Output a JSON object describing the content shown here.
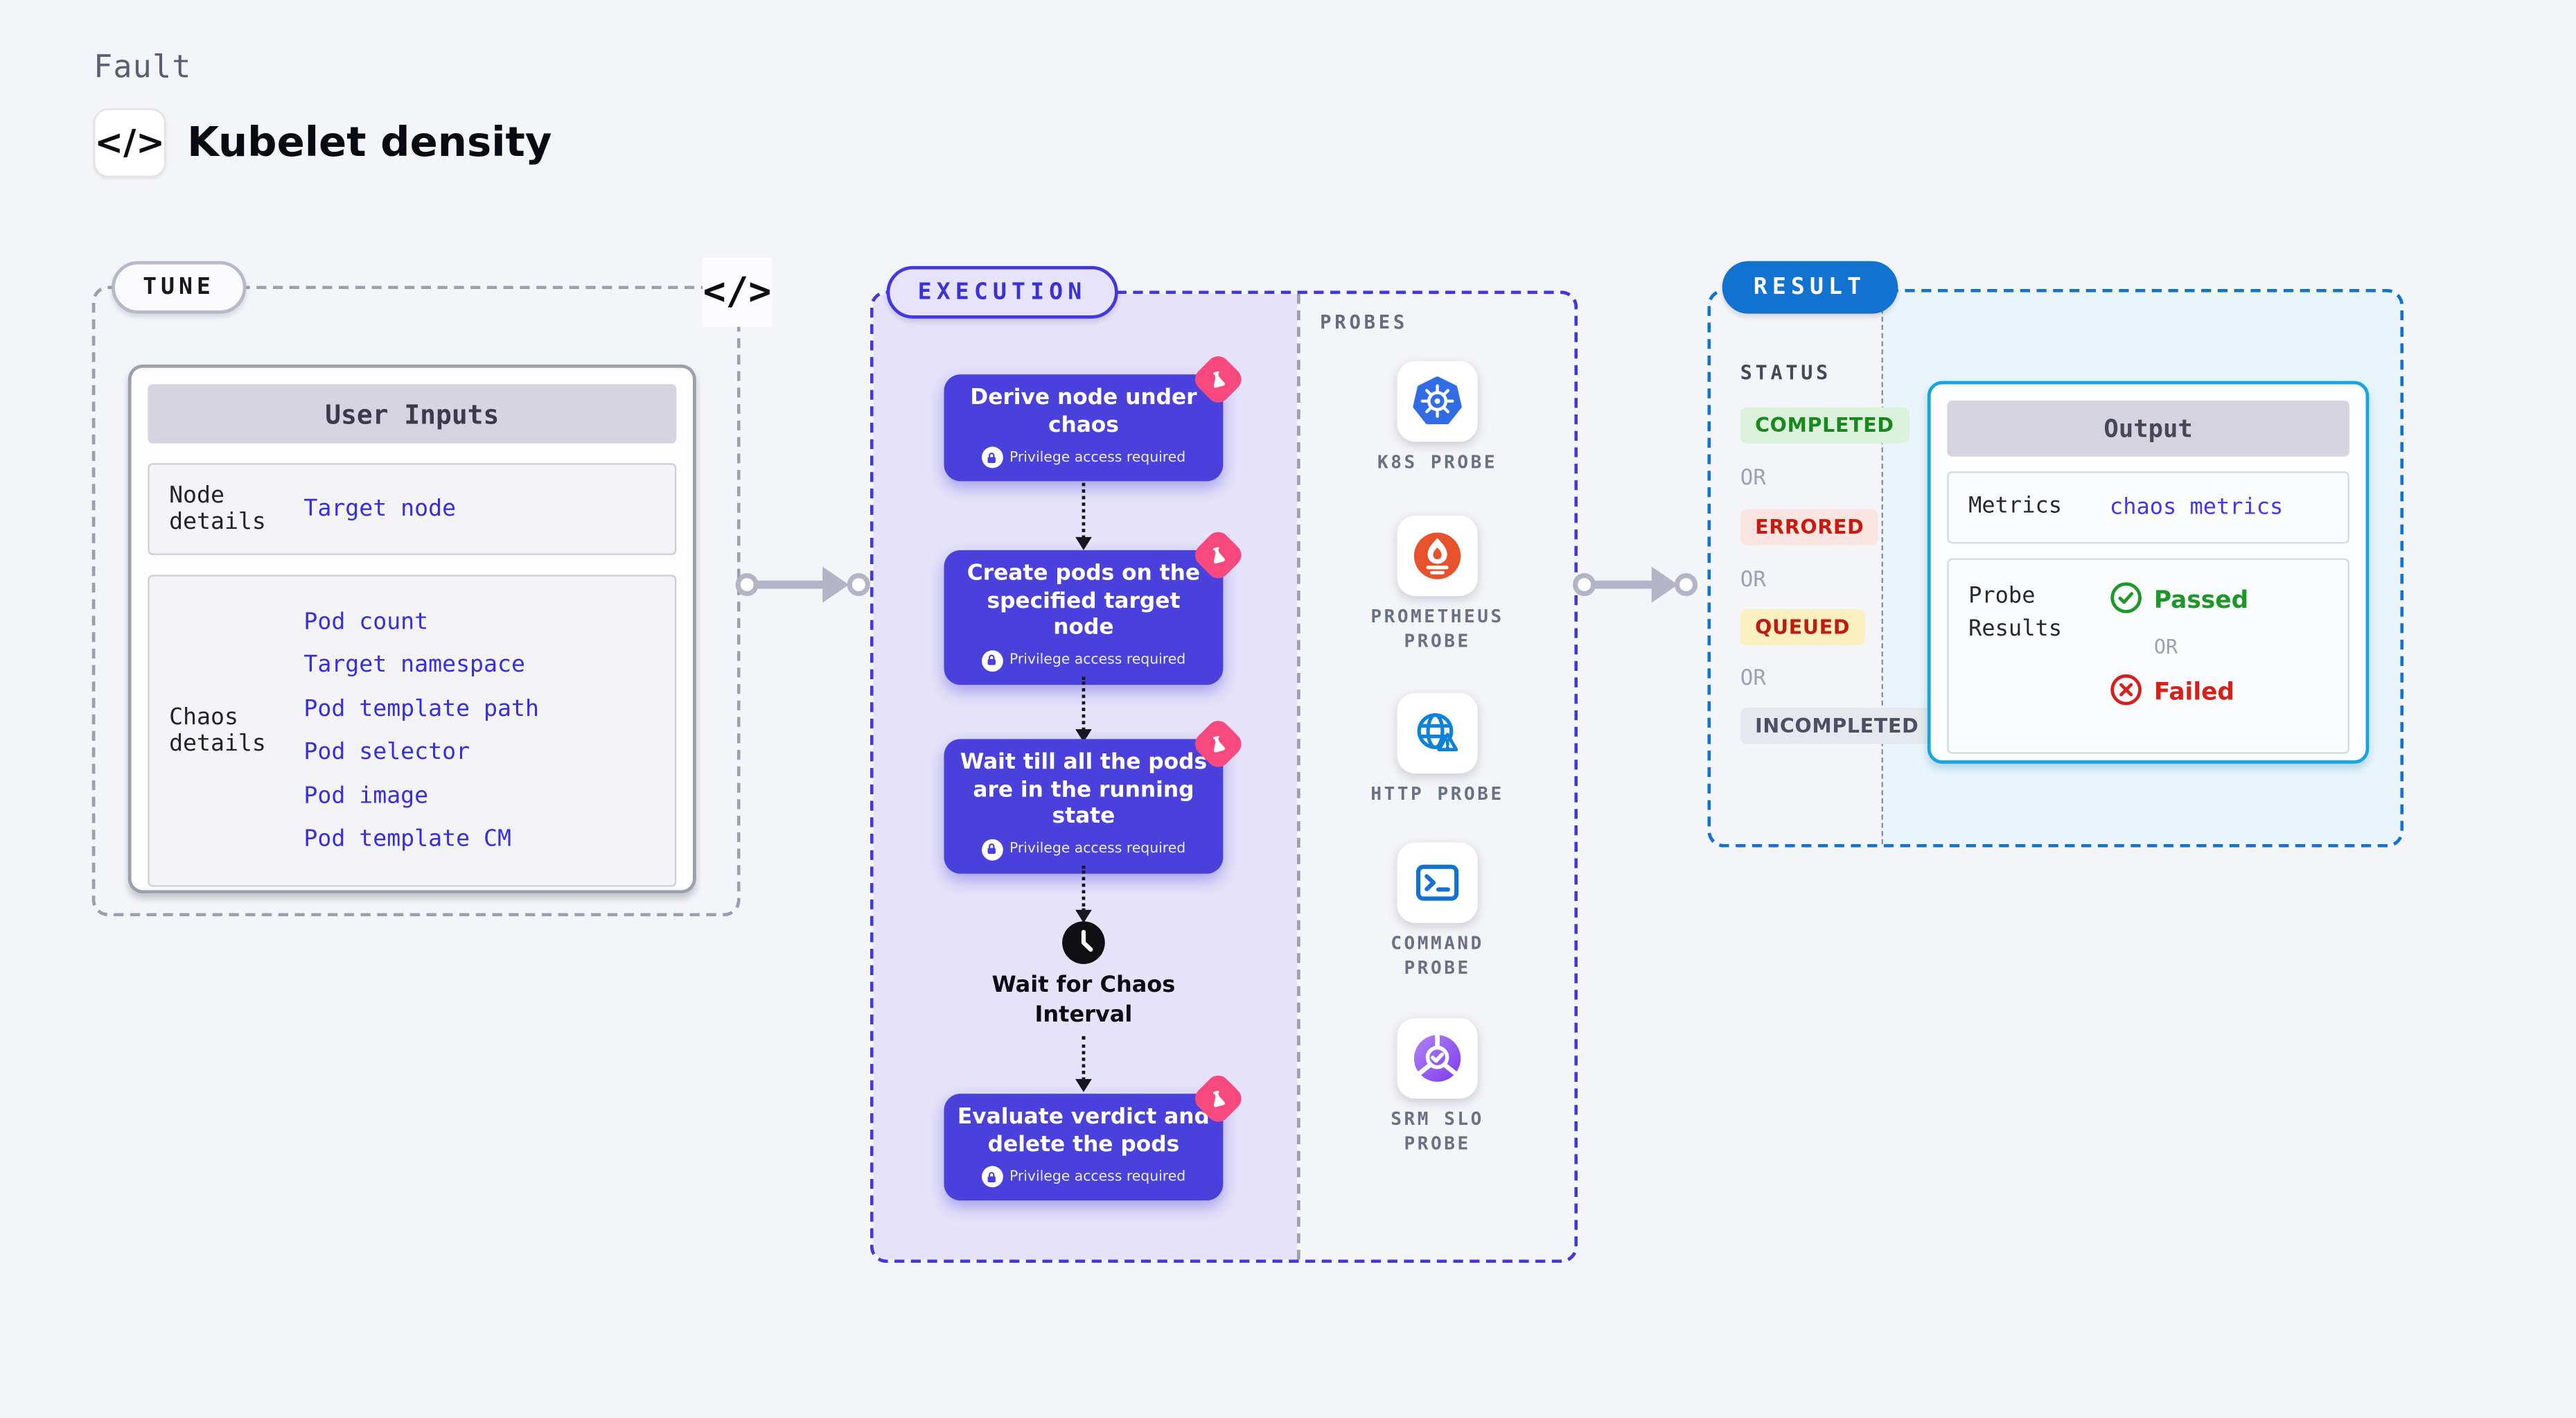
{
  "page": {
    "kicker": "Fault",
    "title": "Kubelet density",
    "code_glyph": "</>"
  },
  "tune": {
    "pill": "TUNE",
    "table": {
      "header": "User Inputs",
      "rows": [
        {
          "label": "Node details",
          "links": [
            "Target node"
          ]
        },
        {
          "label": "Chaos details",
          "links": [
            "Pod count",
            "Target namespace",
            "Pod template path",
            "Pod selector",
            "Pod image",
            "Pod template CM"
          ]
        }
      ]
    }
  },
  "execution": {
    "pill": "EXECUTION",
    "steps": [
      {
        "title": "Derive node under chaos",
        "badge": "Privilege access required"
      },
      {
        "title": "Create pods on the specified target node",
        "badge": "Privilege access required"
      },
      {
        "title": "Wait till all the pods are in the running state",
        "badge": "Privilege access required"
      },
      {
        "title": "Evaluate verdict and delete the pods",
        "badge": "Privilege access required"
      }
    ],
    "wait_label": "Wait for Chaos Interval",
    "probes": {
      "heading": "PROBES",
      "items": [
        {
          "label": "K8S PROBE",
          "icon": "kubernetes-icon"
        },
        {
          "label": "PROMETHEUS PROBE",
          "icon": "prometheus-icon"
        },
        {
          "label": "HTTP PROBE",
          "icon": "globe-alert-icon"
        },
        {
          "label": "COMMAND PROBE",
          "icon": "terminal-icon"
        },
        {
          "label": "SRM SLO PROBE",
          "icon": "slo-gauge-icon"
        }
      ]
    }
  },
  "result": {
    "pill": "RESULT",
    "status": {
      "heading": "STATUS",
      "separator": "OR",
      "badges": [
        {
          "label": "COMPLETED",
          "bg": "#ddf2dc",
          "fg": "#17891d"
        },
        {
          "label": "ERRORED",
          "bg": "#fbe5e3",
          "fg": "#cb190e"
        },
        {
          "label": "QUEUED",
          "bg": "#fcefc0",
          "fg": "#bf1b0f"
        },
        {
          "label": "INCOMPLETED",
          "bg": "#e7e7ee",
          "fg": "#4e4e64"
        }
      ]
    },
    "output": {
      "header": "Output",
      "metrics_label": "Metrics",
      "metrics_value": "chaos metrics",
      "probe_results_label": "Probe Results",
      "passed": "Passed",
      "or": "OR",
      "failed": "Failed"
    }
  },
  "colors": {
    "page_bg": "#f4f5f8",
    "accent_indigo": "#4a41dc",
    "execution_border": "#4038d8",
    "execution_fill": "#e5e2f9",
    "result_blue": "#1173cf",
    "result_fill": "#e9f5fb",
    "output_border": "#14a5e2",
    "link_blue": "#352ee4",
    "flask_pink": "#f8497f",
    "arrow_gray": "#b4b4c8",
    "passed_green": "#1d9729",
    "failed_red": "#d6211a",
    "k8s_blue": "#326ce5",
    "prometheus_orange": "#e6522c",
    "http_blue": "#0e82d8",
    "command_blue": "#1272d2",
    "srm_purple": "#7c3bf0"
  }
}
